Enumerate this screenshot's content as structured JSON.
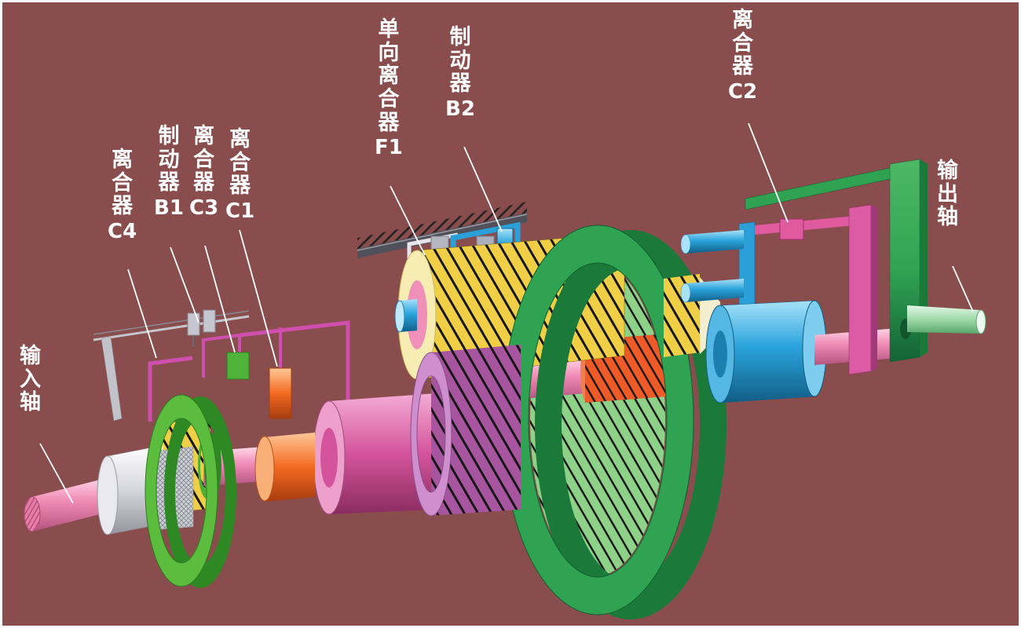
{
  "scene": {
    "description": "3D cutaway diagram of an automatic transmission gear train",
    "background": "#8a4d4d",
    "frame_border": "#ffffff"
  },
  "labels": [
    {
      "id": "input-shaft",
      "text": "输入轴",
      "code": ""
    },
    {
      "id": "clutch-c4",
      "text": "离合器",
      "code": "C4"
    },
    {
      "id": "brake-b1",
      "text": "制动器",
      "code": "B1"
    },
    {
      "id": "clutch-c3",
      "text": "离合器",
      "code": "C3"
    },
    {
      "id": "clutch-c1",
      "text": "离合器",
      "code": "C1"
    },
    {
      "id": "oneway-clutch-f1",
      "text": "单向离合器",
      "code": "F1"
    },
    {
      "id": "brake-b2",
      "text": "制动器",
      "code": "B2"
    },
    {
      "id": "clutch-c2",
      "text": "离合器",
      "code": "C2"
    },
    {
      "id": "output-shaft",
      "text": "输出轴",
      "code": ""
    }
  ],
  "palette": {
    "label_text": "#ffffff",
    "leader_line": "#ffffff",
    "shaft_pink": "#f08ab6",
    "input_sleeve_gray": "#d6d6de",
    "rear_ring_green": "#2fa352",
    "front_ring_green": "#5cbc3e",
    "drum_yellow": "#f0cf46",
    "drum_purple": "#a855a0",
    "clutch_blue": "#2aa3dc",
    "hub_orange": "#f26a22",
    "drum_magenta": "#d4549c",
    "oneway_roller_red": "#e8401c",
    "frame_magenta": "#cf4fae",
    "output_shaft_green": "#9fd9a8"
  }
}
